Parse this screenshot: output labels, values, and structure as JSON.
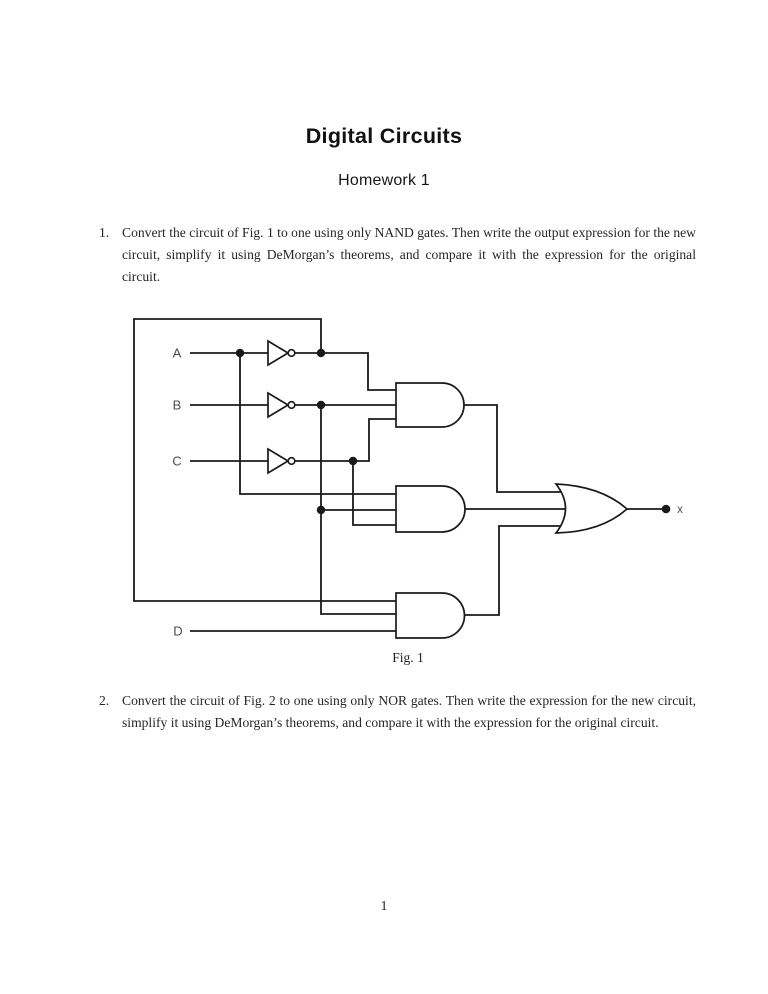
{
  "page": {
    "title": "Digital Circuits",
    "subtitle": "Homework 1",
    "page_number": "1"
  },
  "problems": [
    {
      "number": "1.",
      "text": "Convert the circuit of Fig. 1 to one using only NAND gates. Then write the output expression for the new circuit, simplify it using DeMorgan’s theorems, and compare it with the expression for the original circuit."
    },
    {
      "number": "2.",
      "text": "Convert the circuit of Fig. 2 to one using only NOR gates. Then write the expression for the new circuit, simplify it using DeMorgan’s theorems, and compare it with the expression for the original circuit."
    }
  ],
  "figure": {
    "caption": "Fig. 1",
    "inputs": [
      "A",
      "B",
      "C",
      "D"
    ],
    "output": "x",
    "description": "Logic schematic: inputs A, B, C each feed an inverter; three 3-input AND gates (A′B′C′, AB′C′, A′B′D) feed a 3-input OR gate whose output node is labeled x",
    "wire_color": "#1a1a1a",
    "label_color": "#4d4d4d"
  }
}
